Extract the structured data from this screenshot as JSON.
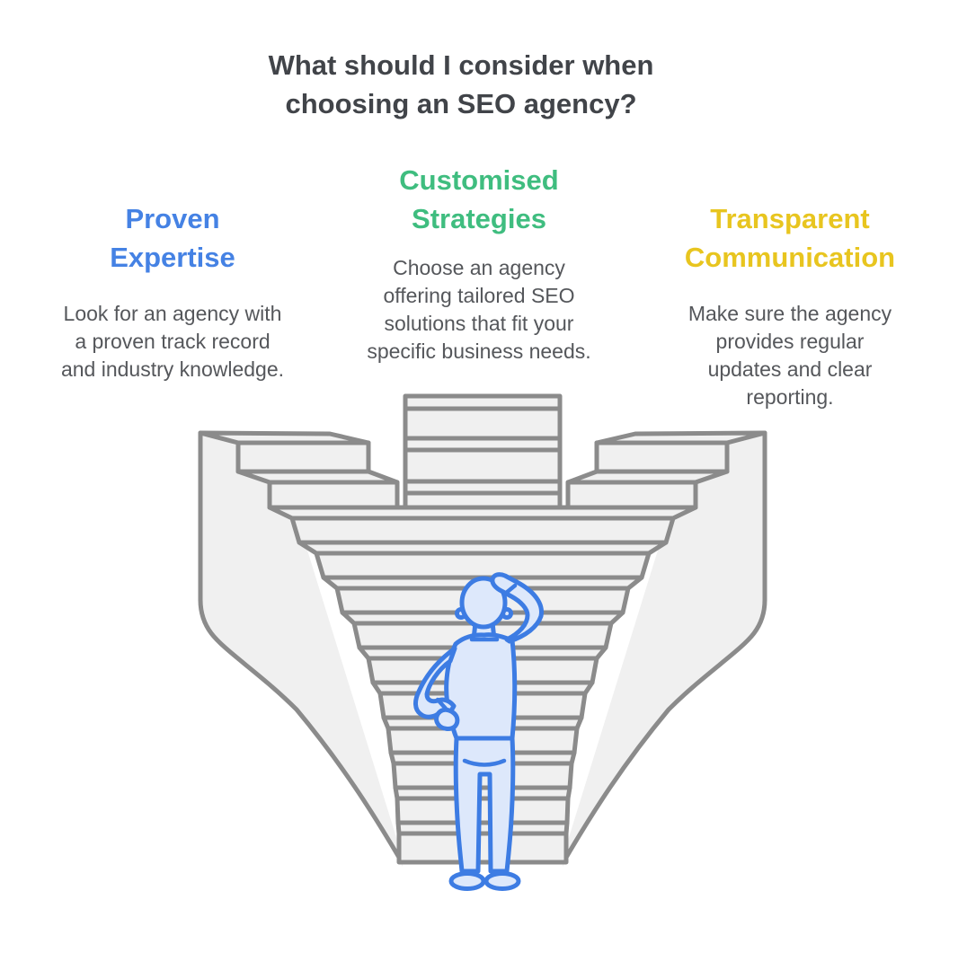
{
  "title": "What should I consider when\nchoosing an SEO agency?",
  "columns": [
    {
      "heading": "Proven\nExpertise",
      "body": "Look for an agency with\na proven track record\nand industry knowledge.",
      "accent": "accent_blue"
    },
    {
      "heading": "Customised\nStrategies",
      "body": "Choose an agency\noffering tailored SEO\nsolutions that fit your\nspecific business needs.",
      "accent": "accent_green"
    },
    {
      "heading": "Transparent\nCommunication",
      "body": "Make sure the agency\nprovides regular\nupdates and clear\nreporting.",
      "accent": "accent_yellow"
    }
  ],
  "illustration": {
    "icon": "person-scratching-head-before-three-converging-staircases-icon"
  },
  "colors": {
    "background": "#ffffff",
    "title_text": "#414449",
    "body_text": "#55575b",
    "accent_blue": "#4582e4",
    "accent_green": "#3fbd7f",
    "accent_yellow": "#e8c51f",
    "stair_fill": "#f0f0f0",
    "stair_outline": "#8b8b8b",
    "person_line": "#3d7ce3",
    "person_fill": "#dde8fb"
  }
}
